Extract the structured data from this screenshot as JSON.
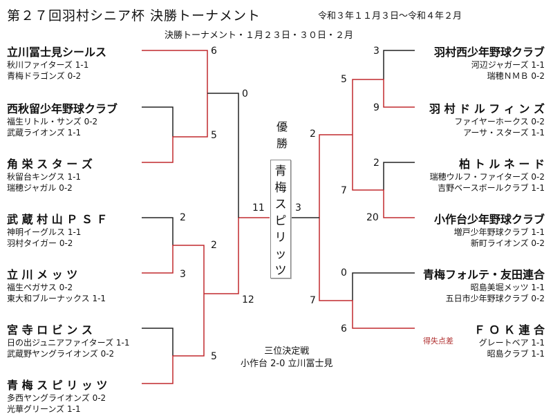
{
  "title": "第２７回羽村シニア杯 決勝トーナメント",
  "dates": "令和３年１１月３日〜令和４年２月",
  "subtitle": "決勝トーナメント・１月２３日・３０日・２月",
  "champion": {
    "label": [
      "優",
      "勝"
    ],
    "team_chars": [
      "青",
      "梅",
      "ス",
      "ピ",
      "リ",
      "ッ",
      "ツ"
    ]
  },
  "left_teams": [
    {
      "name": "立川冨士見シールス",
      "sub": [
        "秋川ファイターズ 1-1",
        "青梅ドラゴンズ 0-2"
      ]
    },
    {
      "name": "西秋留少年野球クラブ",
      "sub": [
        "福生リトル・サンズ 0-2",
        "武蔵ライオンズ 1-1"
      ]
    },
    {
      "name": "角 栄 ス タ ー ズ",
      "sub": [
        "秋留台キングス 1-1",
        "瑞穂ジャガル 0-2"
      ]
    },
    {
      "name": "武 蔵 村 山 Ｐ Ｓ Ｆ",
      "sub": [
        "神明イーグルス 1-1",
        "羽村タイガー 0-2"
      ]
    },
    {
      "name": "立 川 メ ッ ツ",
      "sub": [
        "福生ペガサス 0-2",
        "東大和ブルーナックス 1-1"
      ]
    },
    {
      "name": "宮 寺 ロ ビ ン ス",
      "sub": [
        "日の出ジュニアファイターズ 1-1",
        "武蔵野ヤングライオンズ 0-2"
      ]
    },
    {
      "name": "青 梅 ス ピ リ ッ ツ",
      "sub": [
        "多西ヤングライオンズ 0-2",
        "光華グリーンズ 1-1"
      ]
    }
  ],
  "right_teams": [
    {
      "name": "羽村西少年野球クラブ",
      "sub": [
        "河辺ジャガーズ 1-1",
        "瑞穂ＮＭＢ 0-2"
      ]
    },
    {
      "name": "羽 村 ド ル フ ィ ン ズ",
      "sub": [
        "ファイヤーホークス 0-2",
        "アーサ・スターズ 1-1"
      ]
    },
    {
      "name": "柏 ト ル ネ ー ド",
      "sub": [
        "瑞穂ウルフ・ファイターズ 0-2",
        "吉野ベースボールクラブ 1-1"
      ]
    },
    {
      "name": "小作台少年野球クラブ",
      "sub": [
        "増戸少年野球クラブ 1-1",
        "新町ライオンズ 0-2"
      ]
    },
    {
      "name": "青梅フォルテ・友田連合",
      "sub": [
        "昭島美堀メッツ 1-1",
        "五日市少年野球クラブ 0-2"
      ]
    },
    {
      "name": "Ｆ Ｏ Ｋ 連 合",
      "sub": [
        "グレートベア 1-1",
        "昭島クラブ 1-1"
      ]
    }
  ],
  "scores": {
    "l1": "6",
    "l2": "5",
    "l3": "0",
    "l4": "2",
    "l5": "3",
    "l6": "2",
    "l7": "5",
    "l8": "12",
    "l9": "11",
    "r1": "3",
    "r2": "9",
    "r3": "5",
    "r4": "2",
    "r5": "20",
    "r6": "7",
    "r7": "2",
    "r8": "0",
    "r9": "6",
    "r10": "7",
    "r11": "3"
  },
  "note": "得失点差",
  "third_place": {
    "title": "三位決定戦",
    "result": "小作台 2-0 立川冨士見"
  },
  "colors": {
    "winner_line": "#c0282d",
    "loser_line": "#222222"
  }
}
